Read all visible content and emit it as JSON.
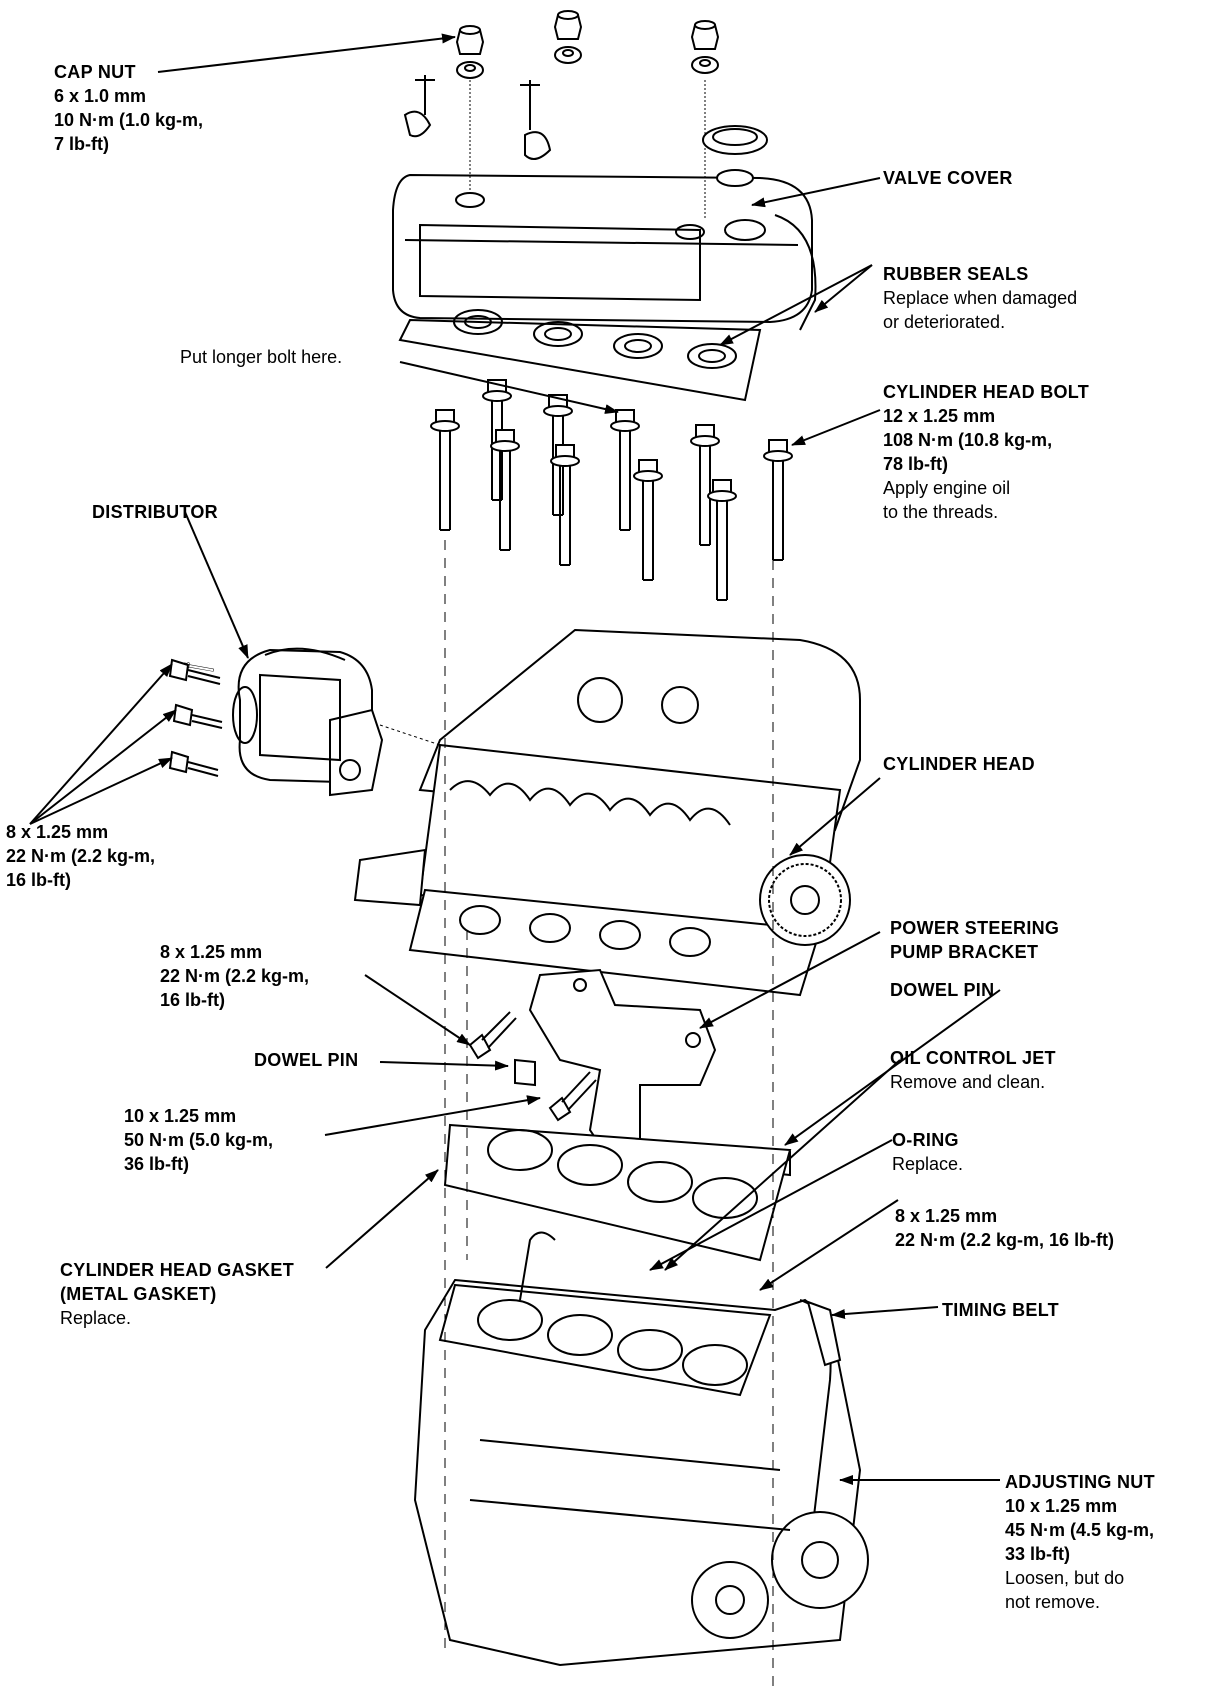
{
  "labels": {
    "cap_nut": {
      "title": "CAP NUT",
      "spec1": "6 x 1.0 mm",
      "spec2": "10 N·m (1.0 kg-m,",
      "spec3": "7 lb-ft)"
    },
    "valve_cover": {
      "title": "VALVE COVER"
    },
    "rubber_seals": {
      "title": "RUBBER SEALS",
      "note1": "Replace when damaged",
      "note2": "or deteriorated."
    },
    "longer_bolt": {
      "text": "Put longer bolt here."
    },
    "head_bolt": {
      "title": "CYLINDER HEAD BOLT",
      "spec1": "12 x 1.25 mm",
      "spec2": "108 N·m (10.8 kg-m,",
      "spec3": "78 lb-ft)",
      "note1": "Apply engine oil",
      "note2": "to the threads."
    },
    "distributor": {
      "title": "DISTRIBUTOR"
    },
    "dist_bolts": {
      "spec1": "8 x 1.25 mm",
      "spec2": "22 N·m (2.2 kg-m,",
      "spec3": "16 lb-ft)"
    },
    "cylinder_head": {
      "title": "CYLINDER HEAD"
    },
    "ps_bracket": {
      "title1": "POWER STEERING",
      "title2": "PUMP BRACKET"
    },
    "bracket_bolt": {
      "spec1": "8 x 1.25 mm",
      "spec2": "22 N·m (2.2 kg-m,",
      "spec3": "16 lb-ft)"
    },
    "dowel_pin_right": {
      "title": "DOWEL PIN"
    },
    "dowel_pin_left": {
      "title": "DOWEL PIN"
    },
    "oil_jet": {
      "title": "OIL CONTROL JET",
      "note": "Remove and clean."
    },
    "bracket_bolt_10": {
      "spec1": "10 x 1.25 mm",
      "spec2": "50 N·m (5.0 kg-m,",
      "spec3": "36 lb-ft)"
    },
    "o_ring": {
      "title": "O-RING",
      "note": "Replace."
    },
    "jet_bolt": {
      "spec1": "8 x 1.25 mm",
      "spec2": "22 N·m (2.2 kg-m, 16 lb-ft)"
    },
    "gasket": {
      "title1": "CYLINDER HEAD GASKET",
      "title2": "(METAL GASKET)",
      "note": "Replace."
    },
    "timing_belt": {
      "title": "TIMING BELT"
    },
    "adjusting_nut": {
      "title": "ADJUSTING NUT",
      "spec1": "10 x 1.25 mm",
      "spec2": "45 N·m (4.5 kg-m,",
      "spec3": "33 lb-ft)",
      "note1": "Loosen, but do",
      "note2": "not remove."
    }
  }
}
